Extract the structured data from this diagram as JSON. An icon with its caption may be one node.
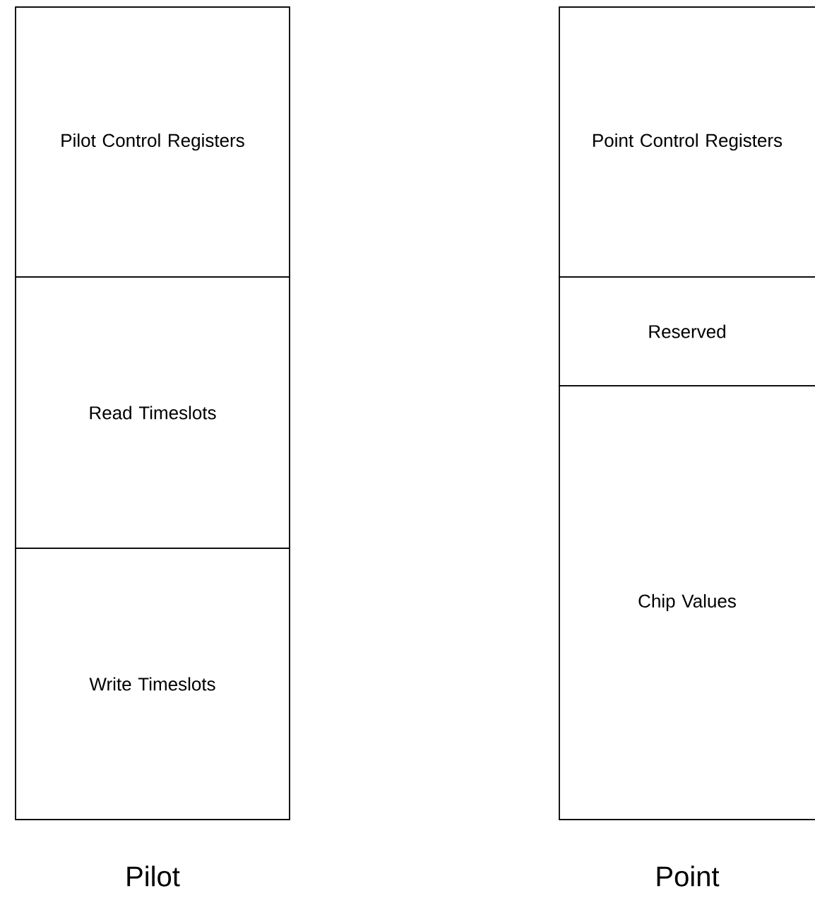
{
  "diagram": {
    "nodes": [
      {
        "text": [
          "Pilot"
        ]
      },
      {
        "text": [
          "Pilot Control Registers"
        ],
        "in": 0
      },
      {
        "text": [
          "Read Timeslots"
        ],
        "in": 0
      },
      {
        "text": [
          "Write Timeslots"
        ],
        "in": 0
      },
      {
        "text": [
          "Point"
        ]
      },
      {
        "text": [
          "Point Control Registers"
        ],
        "in": 4
      },
      {
        "text": [
          "Reserved"
        ],
        "in": 4
      },
      {
        "text": [
          "Chip Values"
        ],
        "in": 4
      }
    ]
  }
}
